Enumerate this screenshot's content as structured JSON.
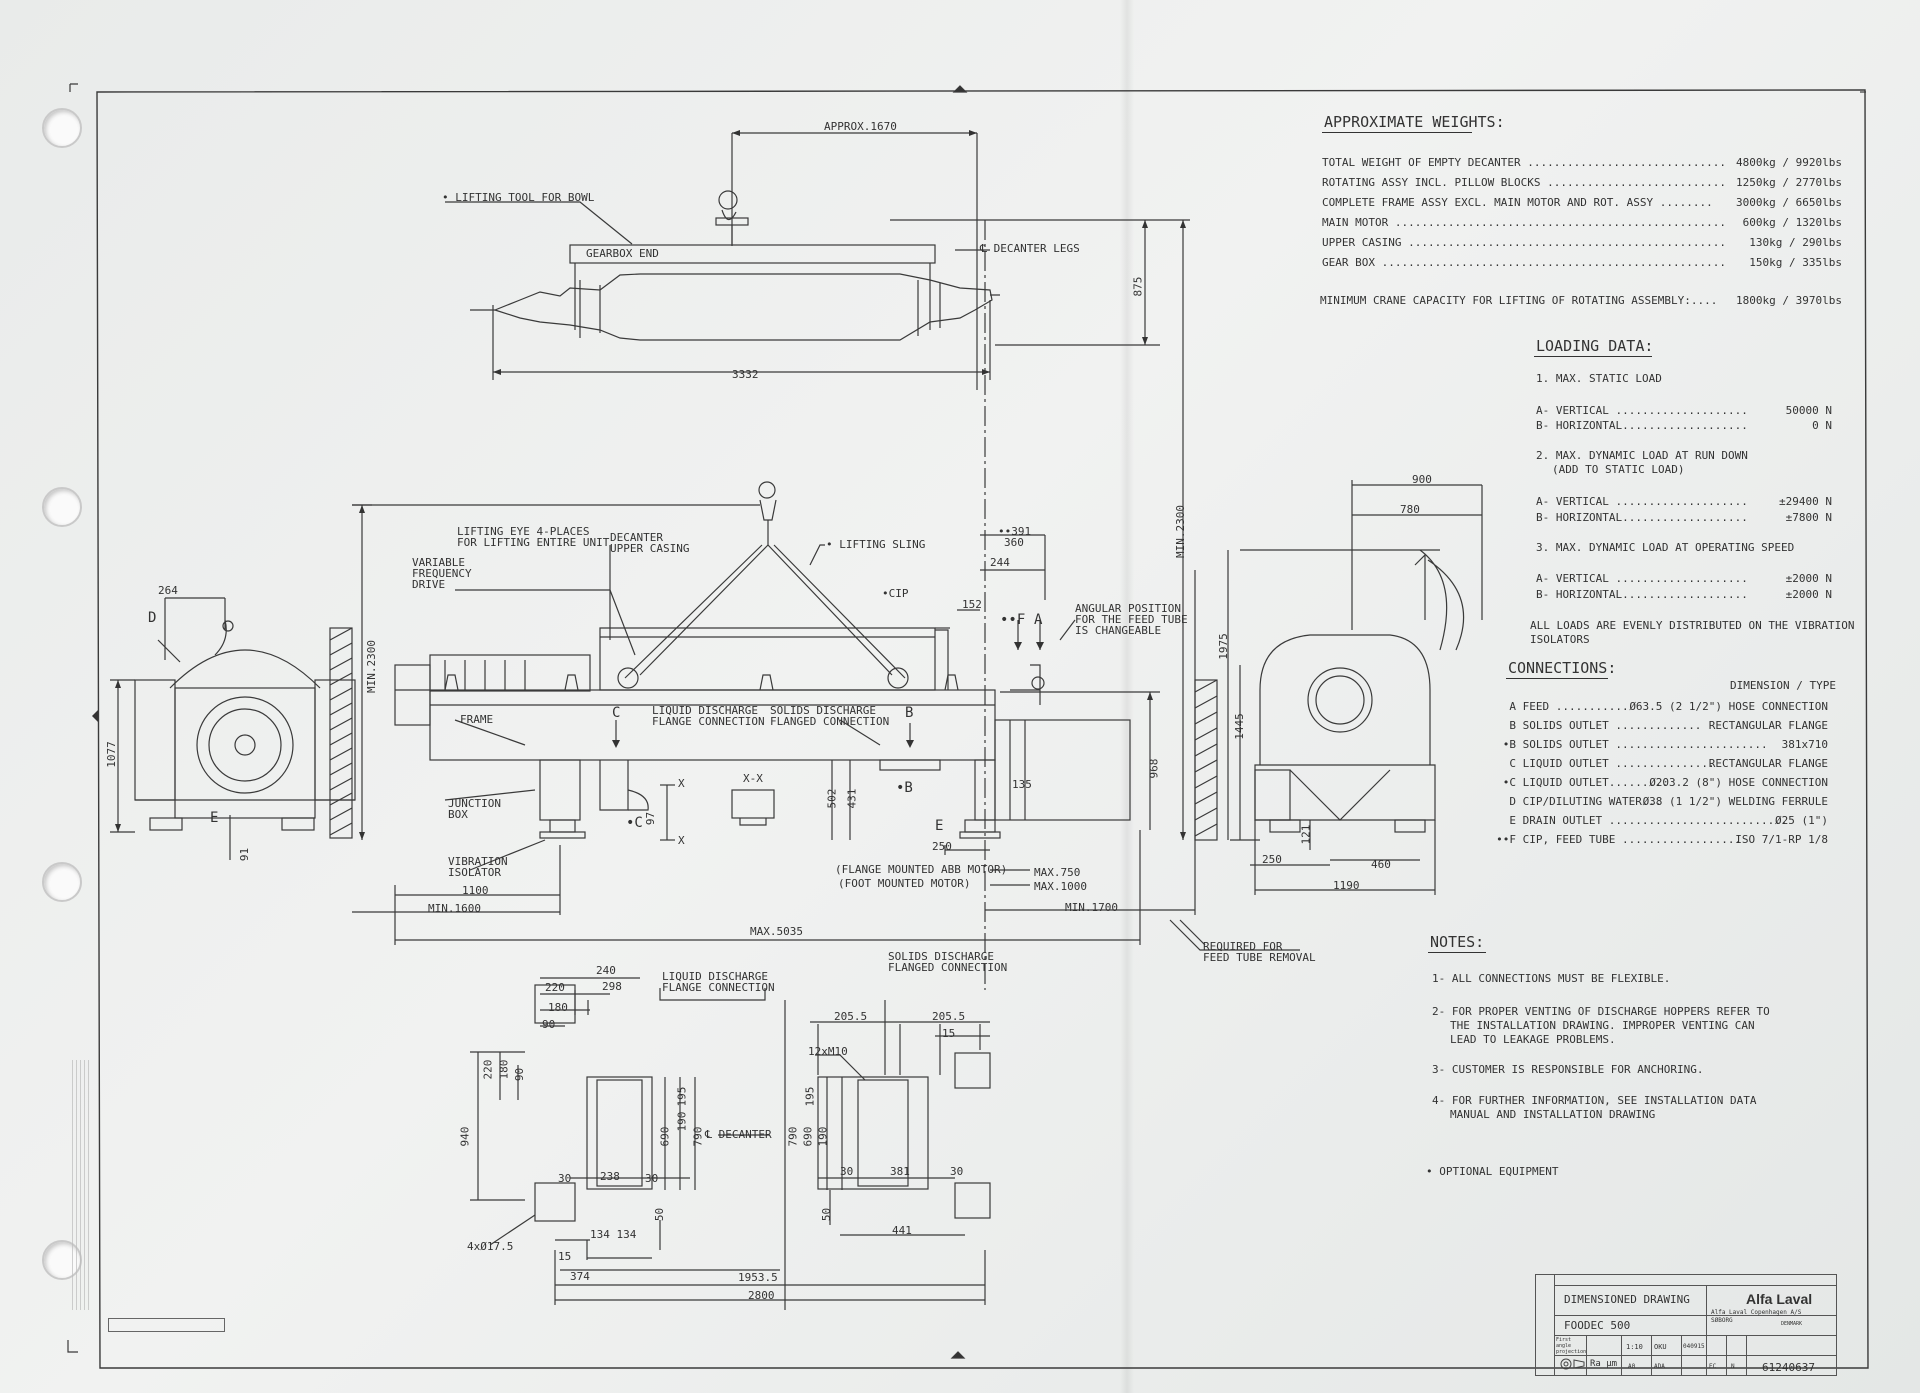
{
  "weights": {
    "title": "APPROXIMATE WEIGHTS:",
    "rows": [
      {
        "label": "TOTAL WEIGHT OF EMPTY DECANTER ..............................",
        "value": "4800kg / 9920lbs"
      },
      {
        "label": "ROTATING ASSY INCL. PILLOW BLOCKS ...........................",
        "value": "1250kg / 2770lbs"
      },
      {
        "label": "COMPLETE FRAME ASSY EXCL. MAIN MOTOR AND ROT. ASSY ........",
        "value": "3000kg / 6650lbs"
      },
      {
        "label": "MAIN MOTOR ..................................................",
        "value": "600kg / 1320lbs"
      },
      {
        "label": "UPPER CASING ................................................",
        "value": "130kg / 290lbs"
      },
      {
        "label": "GEAR BOX ....................................................",
        "value": "150kg / 335lbs"
      }
    ],
    "crane": {
      "label": "MINIMUM CRANE CAPACITY FOR LIFTING OF ROTATING ASSEMBLY:....",
      "value": "1800kg / 3970lbs"
    }
  },
  "loading": {
    "title": "LOADING DATA:",
    "s1": "1. MAX. STATIC LOAD",
    "s1_rows": [
      {
        "label": "A- VERTICAL ....................",
        "value": "50000 N"
      },
      {
        "label": "B- HORIZONTAL...................",
        "value": "0 N"
      }
    ],
    "s2": "2. MAX. DYNAMIC LOAD AT RUN DOWN",
    "s2b": "(ADD TO STATIC LOAD)",
    "s2_rows": [
      {
        "label": "A- VERTICAL ....................",
        "value": "±29400 N"
      },
      {
        "label": "B- HORIZONTAL...................",
        "value": "±7800 N"
      }
    ],
    "s3": "3. MAX. DYNAMIC LOAD AT OPERATING SPEED",
    "s3_rows": [
      {
        "label": "A- VERTICAL ....................",
        "value": "±2000 N"
      },
      {
        "label": "B- HORIZONTAL...................",
        "value": "±2000 N"
      }
    ],
    "note1": "ALL LOADS ARE EVENLY DISTRIBUTED ON THE VIBRATION",
    "note2": "ISOLATORS"
  },
  "connections": {
    "title": "CONNECTIONS:",
    "header": "DIMENSION / TYPE",
    "rows": [
      {
        "key": "A",
        "label": "FEED ...........",
        "value": "Ø63.5 (2 1/2\") HOSE CONNECTION"
      },
      {
        "key": "B",
        "label": "SOLIDS OUTLET .............",
        "value": "RECTANGULAR FLANGE"
      },
      {
        "key": "•B",
        "label": "SOLIDS OUTLET .......................",
        "value": "381x710"
      },
      {
        "key": "C",
        "label": "LIQUID OUTLET ...............",
        "value": "RECTANGULAR FLANGE"
      },
      {
        "key": "•C",
        "label": "LIQUID OUTLET.........",
        "value": "Ø203.2 (8\") HOSE CONNECTION"
      },
      {
        "key": "D",
        "label": "CIP/DILUTING WATER...",
        "value": "Ø38 (1 1/2\") WELDING FERRULE"
      },
      {
        "key": "E",
        "label": "DRAIN OUTLET ...........................",
        "value": "Ø25 (1\")"
      },
      {
        "key": "••F",
        "label": "CIP, FEED TUBE ..................",
        "value": "ISO 7/1-RP 1/8"
      }
    ]
  },
  "notes": {
    "title": "NOTES:",
    "items": [
      "1- ALL CONNECTIONS MUST BE FLEXIBLE.",
      "2- FOR PROPER VENTING OF DISCHARGE HOPPERS REFER TO",
      "THE INSTALLATION DRAWING. IMPROPER VENTING CAN",
      "LEAD TO LEAKAGE PROBLEMS.",
      "3- CUSTOMER IS RESPONSIBLE FOR ANCHORING.",
      "4- FOR FURTHER INFORMATION, SEE INSTALLATION DATA",
      "MANUAL AND INSTALLATION DRAWING"
    ],
    "optional": "• OPTIONAL EQUIPMENT"
  },
  "title_block": {
    "title": "DIMENSIONED DRAWING",
    "model": "FOODEC 500",
    "brand": "Alfa Laval",
    "company": "Alfa Laval Copenhagen A/S",
    "city": "SØBORG",
    "country": "DENMARK",
    "scale": "1:10",
    "drawn": "OKU",
    "date": "040915",
    "approved": "ADA",
    "sheet_code": "EC",
    "rev": "N",
    "size": "A0",
    "surface": "Ra µm",
    "projection": "First angle projection",
    "doc_no": "61240637"
  },
  "labels": {
    "approx_1670": "APPROX.1670",
    "lifting_tool": "• LIFTING TOOL FOR BOWL",
    "gearbox_end": "GEARBOX END",
    "decanter_legs": "℄ DECANTER LEGS",
    "d875": "875",
    "d3332": "3332",
    "lifting_eye_1": "LIFTING EYE 4-PLACES",
    "lifting_eye_2": "FOR LIFTING ENTIRE UNIT",
    "upper_casing_1": "DECANTER",
    "upper_casing_2": "UPPER CASING",
    "lifting_sling": "• LIFTING SLING",
    "vfd_1": "VARIABLE",
    "vfd_2": "FREQUENCY",
    "vfd_3": "DRIVE",
    "cip": "•CIP",
    "d391": "••391",
    "d360": "360",
    "d244": "244",
    "d152": "152",
    "ff": "••F",
    "fa": "A",
    "angular_1": "ANGULAR POSITION",
    "angular_2": "FOR THE FEED TUBE",
    "angular_3": "IS CHANGEABLE",
    "min2300": "MIN.2300",
    "min2300b": "MIN.2300",
    "frame": "FRAME",
    "c_mark": "C",
    "b_mark": "B",
    "liquid_dc_1": "LIQUID DISCHARGE",
    "liquid_dc_2": "FLANGE CONNECTION",
    "solids_dc_1": "SOLIDS DISCHARGE",
    "solids_dc_2": "FLANGED CONNECTION",
    "xx": "X-X",
    "x": "X",
    "d968": "968",
    "d502": "502",
    "d431": "431",
    "star_b": "•B",
    "star_c": "•C",
    "d97": "97",
    "d135": "135",
    "junction_1": "JUNCTION",
    "junction_2": "BOX",
    "vib_1": "VIBRATION",
    "vib_2": "ISOLATOR",
    "e_mark": "E",
    "d250": "250",
    "flange_motor": "(FLANGE MOUNTED ABB MOTOR)",
    "foot_motor": "(FOOT MOUNTED MOTOR)",
    "max750": "MAX.750",
    "max1000": "MAX.1000",
    "d1100": "1100",
    "min1600": "MIN.1600",
    "min1700": "MIN.1700",
    "max5035": "MAX.5035",
    "req_1": "REQUIRED FOR",
    "req_2": "FEED TUBE REMOVAL",
    "d264": "264",
    "d_mark": "D",
    "d1077": "1077",
    "d91": "91",
    "d900": "900",
    "d780": "780",
    "d1975": "1975",
    "d1445": "1445",
    "d121": "121",
    "d250b": "250",
    "d460": "460",
    "d1190": "1190",
    "p_liquid_1": "LIQUID DISCHARGE",
    "p_liquid_2": "FLANGE CONNECTION",
    "p_solids_1": "SOLIDS DISCHARGE",
    "p_solids_2": "FLANGED CONNECTION",
    "d240": "240",
    "d220": "220",
    "d298": "298",
    "d180": "180",
    "d90": "90",
    "v220": "220",
    "v180": "180",
    "v90": "90",
    "v940": "940",
    "v195": "195",
    "v190": "190",
    "v690": "690",
    "v790": "790",
    "cl_decanter": "℄ DECANTER",
    "d30a": "30",
    "d238": "238",
    "d30b": "30",
    "v50": "50",
    "d134": "134 134",
    "hole_4x": "4xØ17.5",
    "d15": "15",
    "d374": "374",
    "d1953": "1953.5",
    "d2800": "2800",
    "d205a": "205.5",
    "d205b": "205.5",
    "d15b": "15",
    "m10": "12xM10",
    "v195b": "195",
    "v190b": "190",
    "v690b": "690",
    "v790b": "790",
    "d30c": "30",
    "d381": "381",
    "d30d": "30",
    "v50b": "50",
    "d441": "441"
  }
}
